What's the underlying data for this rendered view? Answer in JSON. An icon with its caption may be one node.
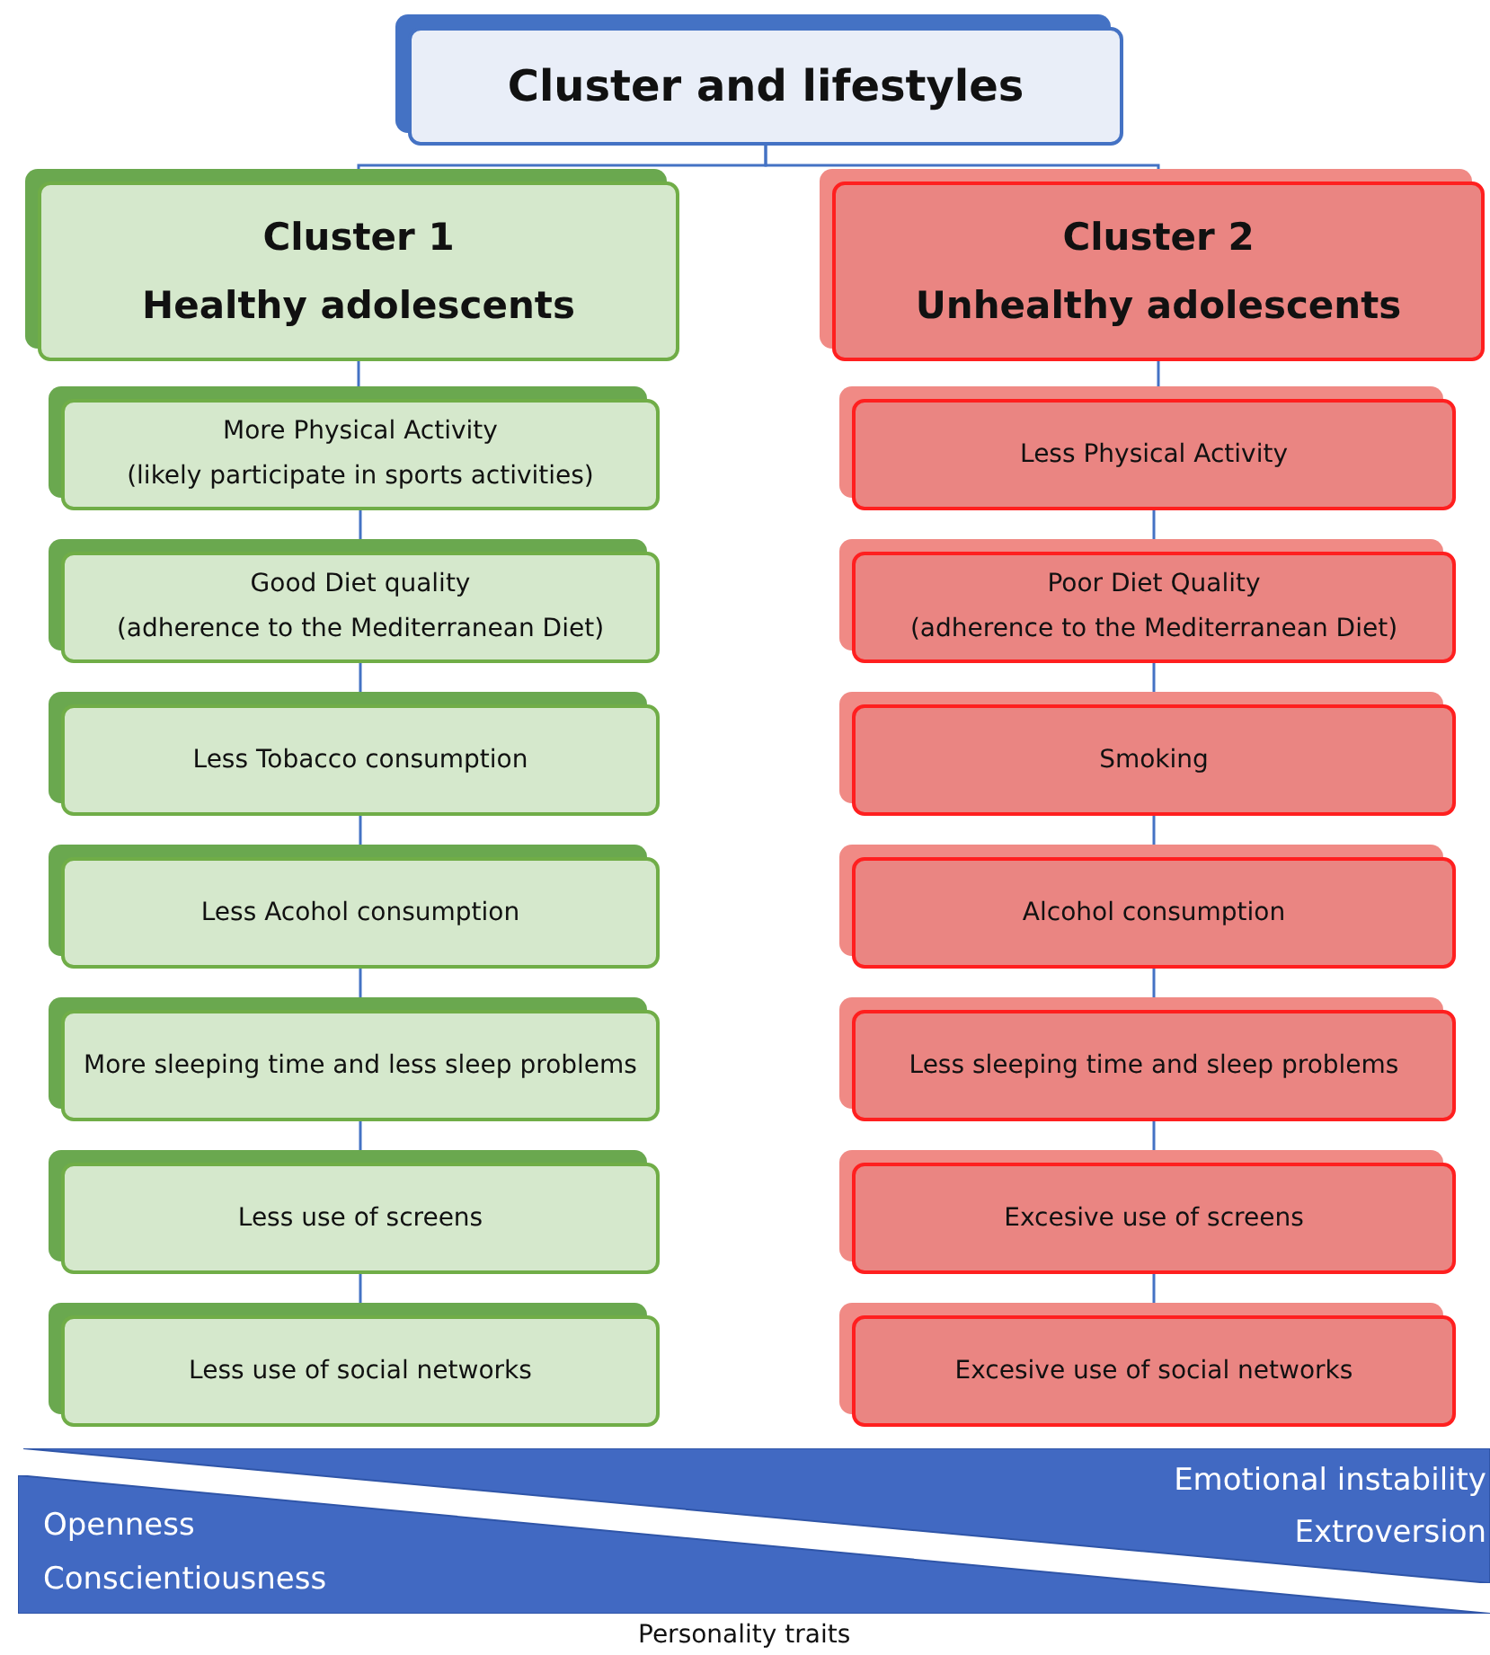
{
  "diagram": {
    "nodes": [
      {
        "text": [
          "Cluster and lifestyles"
        ]
      },
      {
        "text": [
          "Cluster 1",
          "Healthy adolescents"
        ]
      },
      {
        "text": [
          "More Physical Activity",
          "(likely participate in sports activities)"
        ]
      },
      {
        "text": [
          "Good Diet quality",
          "(adherence to the Mediterranean Diet)"
        ]
      },
      {
        "text": [
          "Less Tobacco consumption"
        ]
      },
      {
        "text": [
          "Less Acohol consumption"
        ]
      },
      {
        "text": [
          "More sleeping time and less sleep problems"
        ]
      },
      {
        "text": [
          "Less use of screens"
        ]
      },
      {
        "text": [
          "Less use of social networks"
        ]
      },
      {
        "text": [
          "Cluster 2",
          "Unhealthy adolescents"
        ]
      },
      {
        "text": [
          "Less Physical Activity"
        ]
      },
      {
        "text": [
          "Poor Diet Quality",
          "(adherence to the Mediterranean Diet)"
        ]
      },
      {
        "text": [
          "Smoking"
        ]
      },
      {
        "text": [
          "Alcohol consumption"
        ]
      },
      {
        "text": [
          "Less sleeping time and sleep problems"
        ]
      },
      {
        "text": [
          "Excesive use of screens"
        ]
      },
      {
        "text": [
          "Excesive use of social networks"
        ]
      },
      {
        "text": [
          "Emotional instability",
          "Extroversion"
        ]
      },
      {
        "text": [
          "Openness",
          "Conscientiousness"
        ]
      }
    ],
    "edges": [
      {
        "from": 0,
        "to": 1,
        "arrow": "none"
      },
      {
        "from": 0,
        "to": 9,
        "arrow": "none"
      },
      {
        "from": 1,
        "to": 2,
        "arrow": "none"
      },
      {
        "from": 2,
        "to": 3,
        "arrow": "none"
      },
      {
        "from": 3,
        "to": 4,
        "arrow": "none"
      },
      {
        "from": 4,
        "to": 5,
        "arrow": "none"
      },
      {
        "from": 5,
        "to": 6,
        "arrow": "none"
      },
      {
        "from": 6,
        "to": 7,
        "arrow": "none"
      },
      {
        "from": 7,
        "to": 8,
        "arrow": "none"
      },
      {
        "from": 9,
        "to": 10,
        "arrow": "none"
      },
      {
        "from": 10,
        "to": 11,
        "arrow": "none"
      },
      {
        "from": 11,
        "to": 12,
        "arrow": "none"
      },
      {
        "from": 12,
        "to": 13,
        "arrow": "none"
      },
      {
        "from": 13,
        "to": 14,
        "arrow": "none"
      },
      {
        "from": 14,
        "to": 15,
        "arrow": "none"
      },
      {
        "from": 15,
        "to": 16,
        "arrow": "none"
      }
    ],
    "labels": [
      "Personality traits"
    ]
  }
}
